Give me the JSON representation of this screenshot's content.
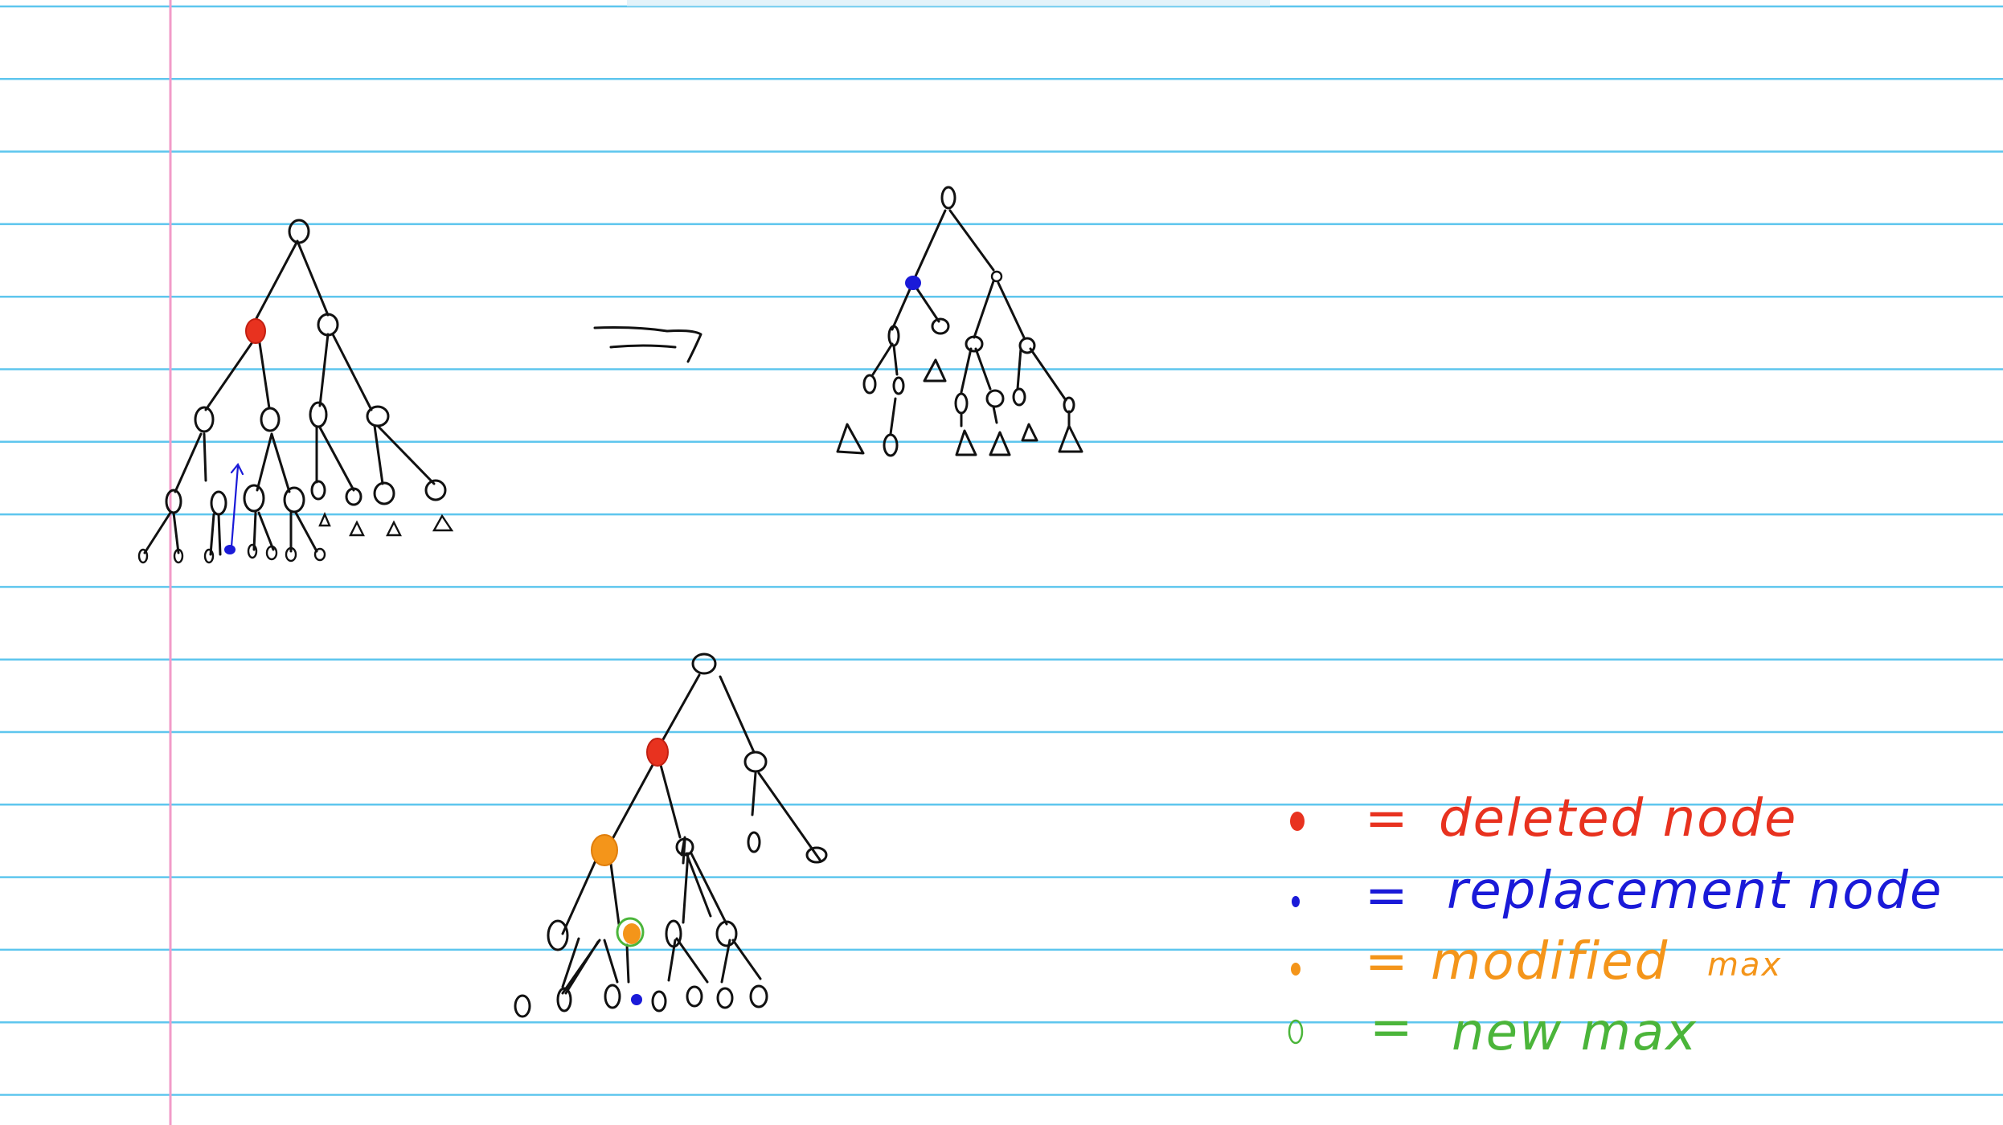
{
  "colors": {
    "paper_line": "#5ec6ee",
    "margin_line": "#f29bc8",
    "deleted": "#e8321f",
    "replacement": "#1a1ad8",
    "modified": "#f4951a",
    "new_max": "#4bb53a",
    "ink": "#111111"
  },
  "legend": {
    "deleted": {
      "eq": "=",
      "label": "deleted node"
    },
    "replacement": {
      "eq": "=",
      "label": "replacement node"
    },
    "modified": {
      "eq": "=",
      "label": "modified",
      "extra": "max"
    },
    "new_max": {
      "eq": "=",
      "label": "new max"
    }
  }
}
